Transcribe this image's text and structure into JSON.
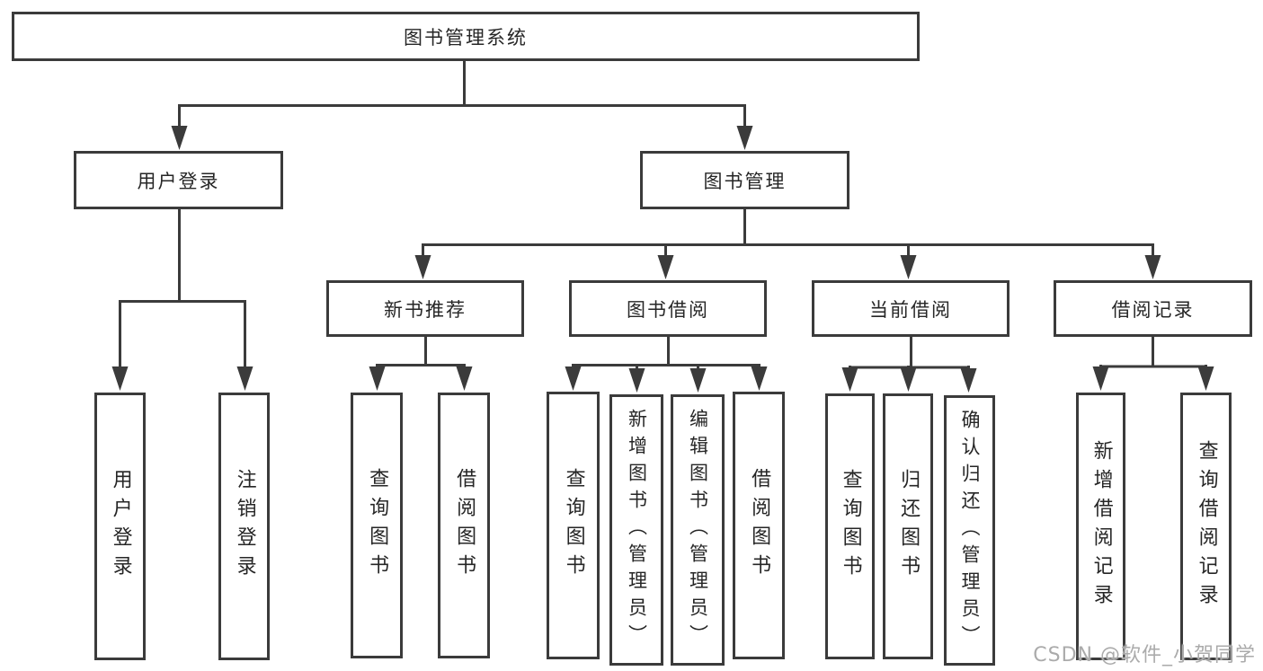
{
  "colors": {
    "line": "#3b3b3b",
    "box_border": "#3b3b3b",
    "text": "#262626",
    "background": "#ffffff",
    "watermark_color": "#ababab"
  },
  "watermark": "CSDN @软件_小贺同学",
  "chart_data": {
    "type": "tree-diagram",
    "title": "图书管理系统"
  },
  "tree": {
    "label": "图书管理系统",
    "children": [
      {
        "label": "用户登录",
        "children": [
          {
            "label": "用户登录"
          },
          {
            "label": "注销登录"
          }
        ]
      },
      {
        "label": "图书管理",
        "children": [
          {
            "label": "新书推荐",
            "children": [
              {
                "label": "查询图书"
              },
              {
                "label": "借阅图书"
              }
            ]
          },
          {
            "label": "图书借阅",
            "children": [
              {
                "label": "查询图书"
              },
              {
                "label": "新增图书（管理员）"
              },
              {
                "label": "编辑图书（管理员）"
              },
              {
                "label": "借阅图书"
              }
            ]
          },
          {
            "label": "当前借阅",
            "children": [
              {
                "label": "查询图书"
              },
              {
                "label": "归还图书"
              },
              {
                "label": "确认归还（管理员）"
              }
            ]
          },
          {
            "label": "借阅记录",
            "children": [
              {
                "label": "新增借阅记录"
              },
              {
                "label": "查询借阅记录"
              }
            ]
          }
        ]
      }
    ]
  }
}
